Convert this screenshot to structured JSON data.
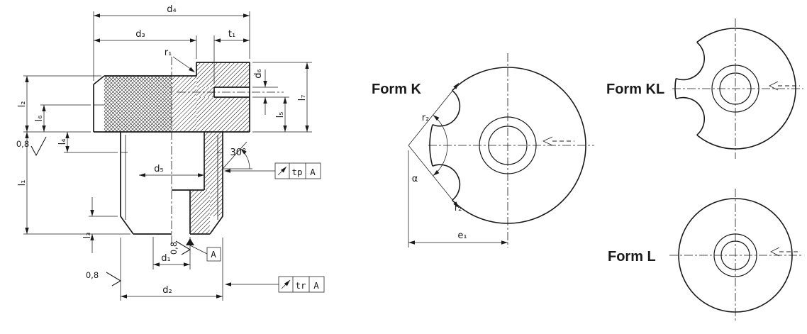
{
  "drawing": {
    "background": "#ffffff",
    "line_color": "#1a1a1a",
    "labels": {
      "d1": "d₁",
      "d2": "d₂",
      "d3": "d₃",
      "d4": "d₄",
      "d5": "d₅",
      "d6": "d₆",
      "l1": "l₁",
      "l2": "l₂",
      "l3": "l₃",
      "l4": "l₄",
      "l5": "l₅",
      "l6": "l₆",
      "l7": "l₇",
      "t1": "t₁",
      "r1": "r₁",
      "angle": "30°",
      "roughness": "0,8",
      "datum": "A",
      "runout_tp": "tp",
      "runout_tr": "tr"
    },
    "circle_labels": {
      "r2": "r₂",
      "alpha": "α",
      "e1": "e₁"
    },
    "view_titles": {
      "form_k": "Form K",
      "form_kl": "Form KL",
      "form_l": "Form L"
    }
  }
}
